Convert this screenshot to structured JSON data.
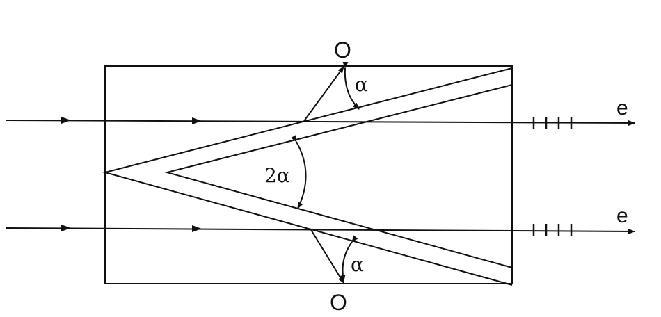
{
  "labels": {
    "ordinary_top": "O",
    "ordinary_bottom": "O",
    "extraordinary_top": "e",
    "extraordinary_bottom": "e",
    "angle_top": "α",
    "angle_bottom": "α",
    "angle_apex": "2α"
  },
  "colors": {
    "ink": "#111111",
    "background": "#ffffff"
  }
}
